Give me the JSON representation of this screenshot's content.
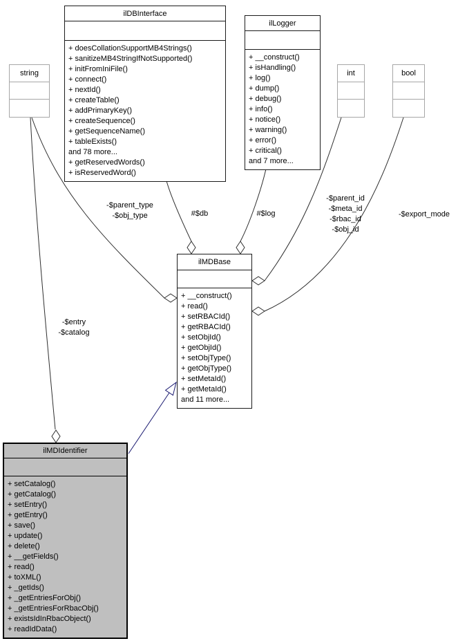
{
  "classes": {
    "ilDBInterface": {
      "name": "ilDBInterface",
      "attributes": [],
      "methods": [
        "+ doesCollationSupportMB4Strings()",
        "+ sanitizeMB4StringIfNotSupported()",
        "+ initFromIniFile()",
        "+ connect()",
        "+ nextId()",
        "+ createTable()",
        "+ addPrimaryKey()",
        "+ createSequence()",
        "+ getSequenceName()",
        "+ tableExists()",
        "and 78 more...",
        "+ getReservedWords()",
        "+ isReservedWord()"
      ]
    },
    "ilLogger": {
      "name": "ilLogger",
      "attributes": [],
      "methods": [
        "+ __construct()",
        "+ isHandling()",
        "+ log()",
        "+ dump()",
        "+ debug()",
        "+ info()",
        "+ notice()",
        "+ warning()",
        "+ error()",
        "+ critical()",
        "and 7 more..."
      ]
    },
    "string": {
      "name": "string",
      "attributes": [],
      "methods": []
    },
    "int": {
      "name": "int",
      "attributes": [],
      "methods": []
    },
    "bool": {
      "name": "bool",
      "attributes": [],
      "methods": []
    },
    "ilMDBase": {
      "name": "ilMDBase",
      "attributes": [],
      "methods": [
        "+ __construct()",
        "+ read()",
        "+ setRBACId()",
        "+ getRBACId()",
        "+ setObjId()",
        "+ getObjId()",
        "+ setObjType()",
        "+ getObjType()",
        "+ setMetaId()",
        "+ getMetaId()",
        "and 11 more..."
      ]
    },
    "ilMDIdentifier": {
      "name": "ilMDIdentifier",
      "attributes": [],
      "methods": [
        "+ setCatalog()",
        "+ getCatalog()",
        "+ setEntry()",
        "+ getEntry()",
        "+ save()",
        "+ update()",
        "+ delete()",
        "+ __getFields()",
        "+ read()",
        "+ toXML()",
        "+ _getIds()",
        "+ _getEntriesForObj()",
        "+ _getEntriesForRbacObj()",
        "+ existsIdInRbacObject()",
        "+ readIdData()"
      ]
    }
  },
  "edges": {
    "string_to_identifier": {
      "kind": "aggregation",
      "label_lines": [
        "-$entry",
        "-$catalog"
      ]
    },
    "string_to_mdbase": {
      "kind": "aggregation",
      "label_lines": [
        "-$parent_type",
        "-$obj_type"
      ]
    },
    "db_to_mdbase": {
      "kind": "aggregation",
      "label_lines": [
        "#$db"
      ]
    },
    "logger_to_mdbase": {
      "kind": "aggregation",
      "label_lines": [
        "#$log"
      ]
    },
    "int_to_mdbase": {
      "kind": "aggregation",
      "label_lines": [
        "-$parent_id",
        "-$meta_id",
        "-$rbac_id",
        "-$obj_id"
      ]
    },
    "bool_to_mdbase": {
      "kind": "aggregation",
      "label_lines": [
        "-$export_mode"
      ]
    },
    "identifier_to_mdbase": {
      "kind": "inheritance",
      "label_lines": []
    }
  },
  "colors": {
    "background": "#ffffff",
    "class_border": "#1a1a1a",
    "primitive_border": "#a6a6a6",
    "highlight_fill": "#bfbfbf",
    "edge": "#2e2e2e",
    "inheritance": "#191970"
  }
}
